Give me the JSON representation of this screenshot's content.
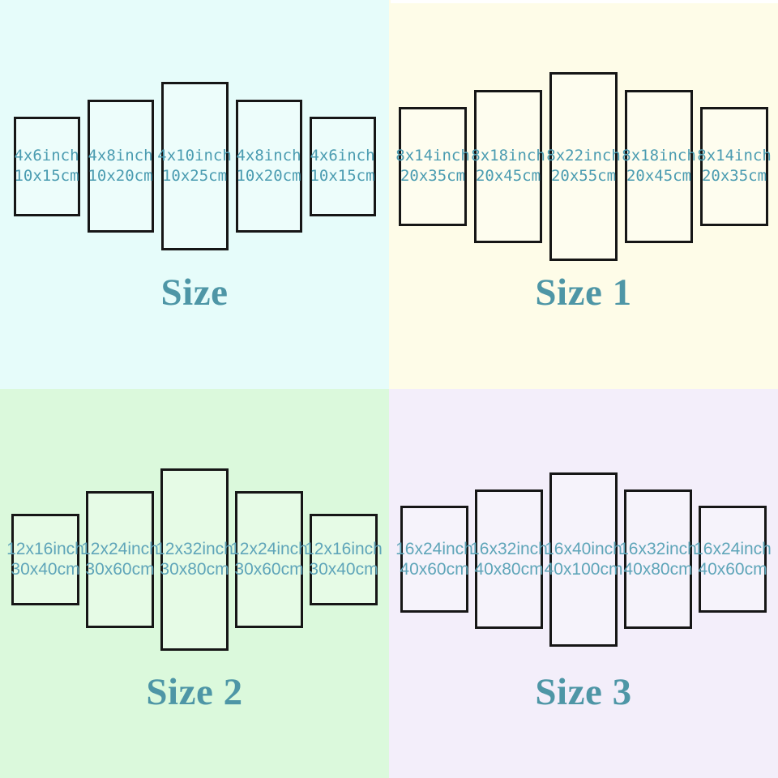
{
  "quadrants": [
    {
      "title": "Size",
      "background": "#e6fcfa",
      "panels": [
        {
          "line1": "4x6inch",
          "line2": "10x15cm"
        },
        {
          "line1": "4x8inch",
          "line2": "10x20cm"
        },
        {
          "line1": "4x10inch",
          "line2": "10x25cm"
        },
        {
          "line1": "4x8inch",
          "line2": "10x20cm"
        },
        {
          "line1": "4x6inch",
          "line2": "10x15cm"
        }
      ]
    },
    {
      "title": "Size 1",
      "background": "#fefce8",
      "panels": [
        {
          "line1": "8x14inch",
          "line2": "20x35cm"
        },
        {
          "line1": "8x18inch",
          "line2": "20x45cm"
        },
        {
          "line1": "8x22inch",
          "line2": "20x55cm"
        },
        {
          "line1": "8x18inch",
          "line2": "20x45cm"
        },
        {
          "line1": "8x14inch",
          "line2": "20x35cm"
        }
      ]
    },
    {
      "title": "Size 2",
      "background": "#dbf9dc",
      "panels": [
        {
          "line1": "12x16inch",
          "line2": "30x40cm"
        },
        {
          "line1": "12x24inch",
          "line2": "30x60cm"
        },
        {
          "line1": "12x32inch",
          "line2": "30x80cm"
        },
        {
          "line1": "12x24inch",
          "line2": "30x60cm"
        },
        {
          "line1": "12x16inch",
          "line2": "30x40cm"
        }
      ]
    },
    {
      "title": "Size 3",
      "background": "#f3eefa",
      "panels": [
        {
          "line1": "16x24inch",
          "line2": "40x60cm"
        },
        {
          "line1": "16x32inch",
          "line2": "40x80cm"
        },
        {
          "line1": "16x40inch",
          "line2": "40x100cm"
        },
        {
          "line1": "16x32inch",
          "line2": "40x80cm"
        },
        {
          "line1": "16x24inch",
          "line2": "40x60cm"
        }
      ]
    }
  ],
  "colors": {
    "quadrant_backgrounds": [
      "#e6fcfa",
      "#fefce8",
      "#dbf9dc",
      "#f3eefa"
    ],
    "panel_border": "#161616",
    "label_text_top_row": "#4b9cb1",
    "label_text_bottom_row": "#5fa5b9",
    "title_text": "#4e96a6"
  }
}
